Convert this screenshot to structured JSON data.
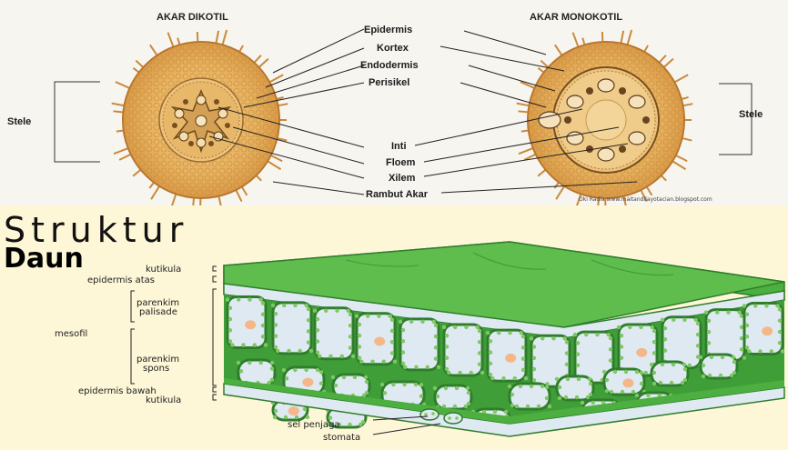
{
  "root": {
    "title_dicot": "AKAR DIKOTIL",
    "title_monocot": "AKAR MONOKOTIL",
    "labels": {
      "epidermis": "Epidermis",
      "kortex": "Kortex",
      "endodermis": "Endodermis",
      "perisikel": "Perisikel",
      "inti": "Inti",
      "floem": "Floem",
      "xilem": "Xilem",
      "rambut_akar": "Rambut Akar",
      "stele_left": "Stele",
      "stele_right": "Stele"
    },
    "credit": "Oki Radia www.maitandilayotacian.blogspot.com"
  },
  "leaf": {
    "title_line1": "Struktur",
    "title_line2": "Daun",
    "labels": {
      "kutikula_top": "kutikula",
      "epidermis_atas": "epidermis atas",
      "parenkim_palisade_1": "parenkim",
      "parenkim_palisade_2": "palisade",
      "mesofil": "mesofil",
      "parenkim_spons_1": "parenkim",
      "parenkim_spons_2": "spons",
      "epidermis_bawah": "epidermis bawah",
      "kutikula_bottom": "kutikula",
      "sel_penjaga": "sel penjaga",
      "stomata": "stomata"
    }
  },
  "colors": {
    "cortex": "#e8b866",
    "cortex_dark": "#c98a3a",
    "leaf_green": "#5cb84a",
    "leaf_light": "#8fd07a",
    "leaf_dark": "#2f7d2c",
    "cell_fill": "#dfe9f2",
    "chloroplast": "#7fc766",
    "nucleus": "#f3b78a",
    "background_leaf": "#fdf6d7"
  }
}
